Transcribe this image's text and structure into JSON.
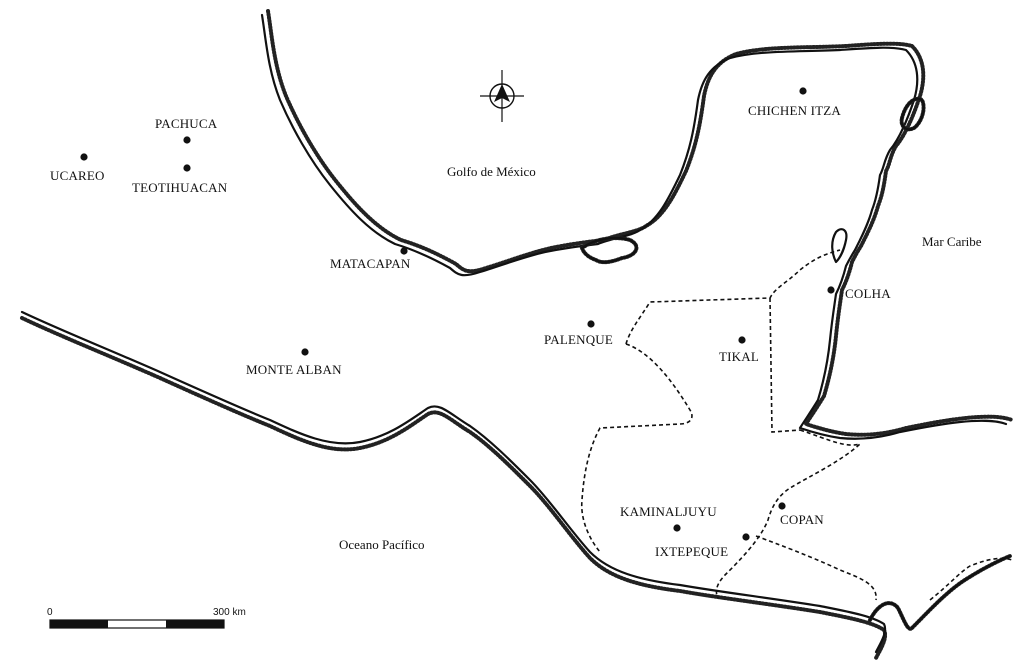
{
  "water_bodies": {
    "gulf": "Golfo de México",
    "caribbean": "Mar Caribe",
    "pacific": "Oceano Pacífico"
  },
  "sites": {
    "pachuca": "PACHUCA",
    "ucareo": "UCAREO",
    "teotihuacan": "TEOTIHUACAN",
    "matacapan": "MATACAPAN",
    "monte_alban": "MONTE ALBAN",
    "palenque": "PALENQUE",
    "chichen_itza": "CHICHEN ITZA",
    "tikal": "TIKAL",
    "colha": "COLHA",
    "kaminaljuyu": "KAMINALJUYU",
    "copan": "COPAN",
    "ixtepeque": "IXTEPEQUE"
  },
  "scale_bar": {
    "start_label": "0",
    "end_label": "300 km"
  },
  "compass": {
    "icon": "north-arrow-icon"
  },
  "colors": {
    "ink": "#111111",
    "paper": "#ffffff"
  }
}
